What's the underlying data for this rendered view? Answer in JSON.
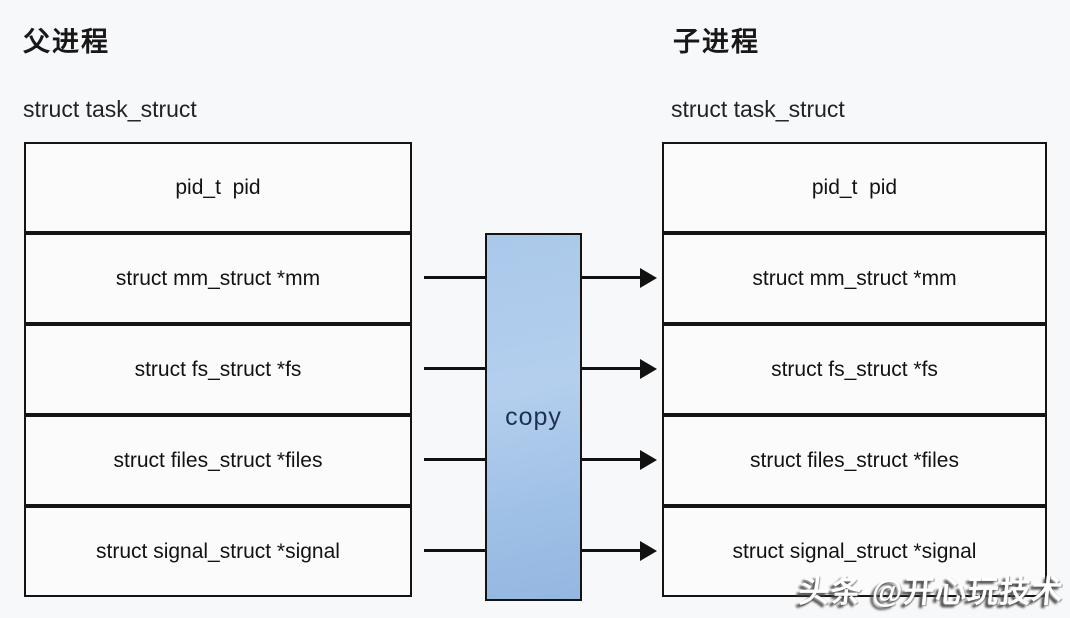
{
  "parent": {
    "title": "父进程",
    "struct_label": "struct task_struct",
    "fields": [
      "pid_t  pid",
      "struct mm_struct *mm",
      "struct fs_struct *fs",
      "struct files_struct *files",
      "struct signal_struct *signal"
    ]
  },
  "child": {
    "title": "子进程",
    "struct_label": "struct task_struct",
    "fields": [
      "pid_t  pid",
      "struct mm_struct *mm",
      "struct fs_struct *fs",
      "struct files_struct *files",
      "struct signal_struct *signal"
    ]
  },
  "copy_box": {
    "label": "copy",
    "fill_top": "#b4cfee",
    "fill_bottom": "#94b7e1",
    "text_color": "#1d3154",
    "copied_fields": [
      "mm",
      "fs",
      "files",
      "signal"
    ]
  },
  "watermark": {
    "text": "头条 @开心玩技术"
  },
  "colors": {
    "background": "#f7f8f9",
    "cell_fill": "#fbfbfb",
    "border": "#141414",
    "arrow": "#111111"
  }
}
